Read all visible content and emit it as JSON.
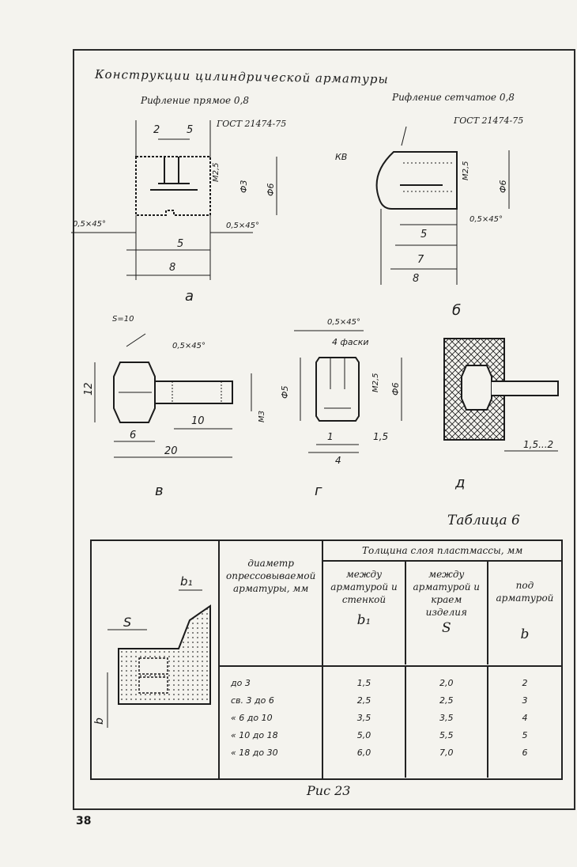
{
  "figure": {
    "title": "Конструкции цилиндрической арматуры",
    "a": {
      "knurl_label": "Рифление прямое 0,8",
      "gost": "ГОСТ 21474-75",
      "dims": [
        "2",
        "5",
        "0,5×45°",
        "0,5×45°",
        "5",
        "8",
        "М2,5",
        "Ф3",
        "Ф6"
      ],
      "letter": "а"
    },
    "b": {
      "knurl_label": "Рифление сетчатое 0,8",
      "gost": "ГОСТ 21474-75",
      "dims": [
        "КВ",
        "М2,5",
        "Ф6",
        "0,5×45°",
        "5",
        "7",
        "8"
      ],
      "letter": "б"
    },
    "v": {
      "dims": [
        "S=10",
        "0,5×45°",
        "12",
        "10",
        "6",
        "20",
        "М3"
      ],
      "letter": "в"
    },
    "g": {
      "dims": [
        "0,5×45°",
        "4 фаски",
        "Ф5",
        "М2,5",
        "Ф6",
        "1",
        "1,5",
        "4"
      ],
      "letter": "г"
    },
    "d": {
      "dims": [
        "1,5...2"
      ],
      "letter": "д"
    }
  },
  "table": {
    "caption": "Таблица 6",
    "diagram_labels": {
      "s": "S",
      "b1": "b₁",
      "b": "b"
    },
    "col_diameter": "диаметр опрессовываемой арматуры, мм",
    "group_header": "Толщина слоя пластмассы, мм",
    "col_b1_text": "между арматурой и стенкой",
    "col_b1_sym": "b₁",
    "col_s_text": "между арматурой и краем изделия",
    "col_s_sym": "S",
    "col_b_text": "под арматурой",
    "col_b_sym": "b",
    "rows": [
      {
        "d": "до 3",
        "b1": "1,5",
        "s": "2,0",
        "b": "2"
      },
      {
        "d": "св. 3 до 6",
        "b1": "2,5",
        "s": "2,5",
        "b": "3"
      },
      {
        "d": "« 6 до 10",
        "b1": "3,5",
        "s": "3,5",
        "b": "4"
      },
      {
        "d": "« 10 до 18",
        "b1": "5,0",
        "s": "5,5",
        "b": "5"
      },
      {
        "d": "« 18 до 30",
        "b1": "6,0",
        "s": "7,0",
        "b": "6"
      }
    ]
  },
  "caption": "Рис 23",
  "page_number": "38"
}
